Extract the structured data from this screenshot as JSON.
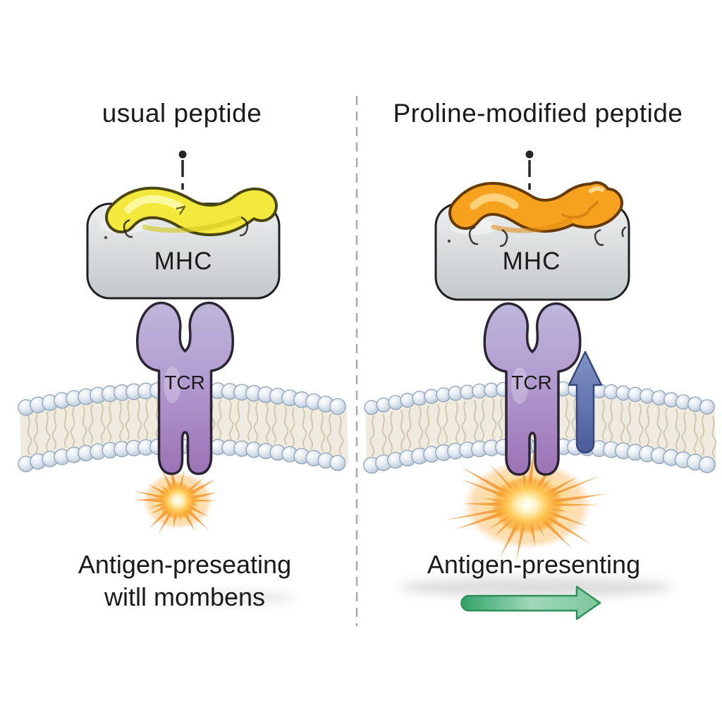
{
  "diagram": {
    "left": {
      "title": "usual peptide",
      "mhc_label": "MHC",
      "tcr_label": "TCR",
      "caption_line1": "Antigen-preseating",
      "caption_line2": "witll mombens"
    },
    "right": {
      "title": "Proline-modified peptide",
      "mhc_label": "MHC",
      "tcr_label": "TCR",
      "caption_line1": "Antigen-presenting"
    }
  },
  "colors": {
    "ink": "#1f1f1f",
    "text": "#1a1a1a",
    "divider": "#ababab",
    "box_fill_top": "#eef0f0",
    "box_fill_bottom": "#c3c8ca",
    "peptide_yellow": "#f2e93c",
    "peptide_yellow_outline": "#4c4712",
    "peptide_yellow_hi": "#fcf9a8",
    "peptide_orange": "#f6a21f",
    "peptide_orange_outline": "#653a06",
    "peptide_orange_hi": "#ffd98a",
    "tcr_top": "#bdb7da",
    "tcr_mid": "#b29bd0",
    "tcr_bottom": "#9b72b6",
    "tcr_outline": "#2b2433",
    "mem_interior": "#f0ebdf",
    "mem_tail": "#c8bfa6",
    "mem_bead_edge": "#8fa3b8",
    "mem_bead_light": "#ffffff",
    "mem_bead_mid": "#e4ebf2",
    "mem_bead_dark": "#b6c5d6",
    "arrow_blue_top": "#8093c5",
    "arrow_blue_bottom": "#4a5c99",
    "arrow_blue_edge": "#36477e",
    "arrow_green_start": "#33a268",
    "arrow_green_mid": "#9fd8ba",
    "arrow_green_end": "#7cc69d",
    "arrow_green_edge": "#2d9058",
    "burst_spike": "#f0922a",
    "burst_inner": "#ffc44f"
  }
}
